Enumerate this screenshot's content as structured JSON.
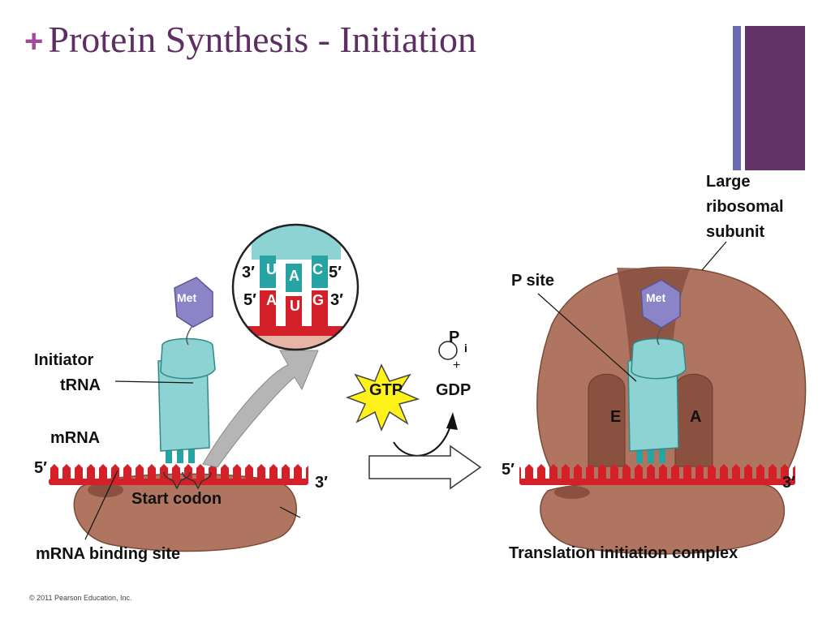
{
  "slide": {
    "title_plus": "+",
    "title": "Protein Synthesis - Initiation",
    "copyright": "© 2011 Pearson Education, Inc."
  },
  "left_panel": {
    "met_label": "Met",
    "initiator_trna": [
      "Initiator",
      "tRNA"
    ],
    "mrna_label": "mRNA",
    "five_prime": "5′",
    "three_prime": "3′",
    "start_codon": "Start codon",
    "binding_site": "mRNA binding site"
  },
  "inset": {
    "top_left": "3′",
    "top_right": "5′",
    "bottom_left": "5′",
    "bottom_right": "3′",
    "anticodon": [
      "U",
      "A",
      "C"
    ],
    "codon": [
      "A",
      "U",
      "G"
    ]
  },
  "middle": {
    "pi_p": "P",
    "pi_i": "i",
    "plus": "+",
    "gtp": "GTP",
    "gdp": "GDP"
  },
  "right_panel": {
    "large_subunit": [
      "Large",
      "ribosomal",
      "subunit"
    ],
    "p_site": "P site",
    "met_label": "Met",
    "e_site": "E",
    "a_site": "A",
    "five_prime": "5′",
    "three_prime": "3′",
    "caption": "Translation initiation complex"
  },
  "colors": {
    "title": "#5e2f62",
    "accent_purple": "#623366",
    "accent_blue": "#6b6bb4",
    "ribosome": "#b07560",
    "mrna": "#d42028",
    "trna": "#8dd3d3",
    "met": "#8b84c6"
  }
}
